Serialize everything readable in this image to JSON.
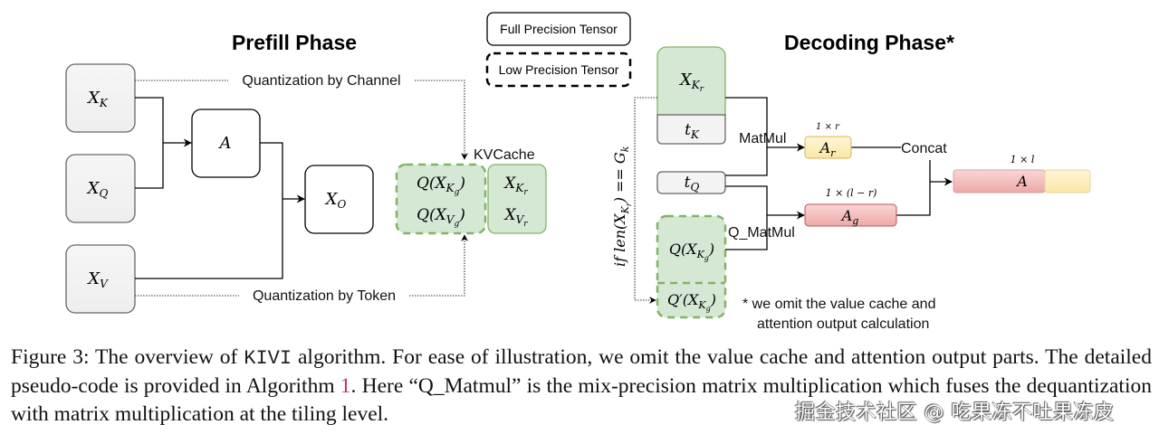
{
  "prefill": {
    "title": "Prefill Phase",
    "inputs": {
      "xk": "X",
      "xk_sub": "K",
      "xq": "X",
      "xq_sub": "Q",
      "xv": "X",
      "xv_sub": "V"
    },
    "attention": "A",
    "output": "X",
    "output_sub": "O",
    "quant_channel_label": "Quantization by Channel",
    "quant_token_label": "Quantization by Token",
    "kvcache_label": "KVCache",
    "kvcache_quant_k": "Q(X_Kg)",
    "kvcache_quant_v": "Q(X_Vg)",
    "kvcache_res_k": "X_Kr",
    "kvcache_res_v": "X_Vr"
  },
  "legend": {
    "full_precision": "Full Precision Tensor",
    "low_precision": "Low Precision Tensor"
  },
  "decoding": {
    "title": "Decoding Phase*",
    "xkr": "X_Kr",
    "tk": "t_K",
    "tq": "t_Q",
    "qxkg": "Q(X_Kg)",
    "qprime_xkg": "Q'(X_Kg)",
    "condition": "if len(X_Kr) == G_k",
    "matmul_label": "MatMul",
    "qmatmul_label": "Q_MatMul",
    "ar": "A_r",
    "ar_dim": "1 × r",
    "ag": "A_g",
    "ag_dim": "1 × (l − r)",
    "concat_label": "Concat",
    "a_full": "A",
    "a_dim": "1 × l",
    "footnote_line1": "* we omit the value cache and",
    "footnote_line2": "attention output calculation"
  },
  "colors": {
    "gray_fill": "#f3f3f3",
    "gray_stroke": "#666666",
    "green_fill": "#d5e8d4",
    "green_stroke": "#82b366",
    "yellow_fill": "#fff2cc",
    "yellow_stroke": "#d6b656",
    "red_fill": "#f8cecc",
    "red_stroke": "#b85450",
    "ref_link": "#c0307a"
  },
  "caption": {
    "part1": "Figure 3: The overview of ",
    "code": "KIVI",
    "part2": " algorithm. For ease of illustration, we omit the value cache and attention output parts. The detailed pseudo-code is provided in Algorithm ",
    "ref": "1",
    "part3": ". Here “Q_Matmul” is the mix-precision matrix multiplication which fuses the dequantization with matrix multiplication at the tiling level."
  },
  "watermark": "掘金技术社区 @ 吃果冻不吐果冻皮"
}
